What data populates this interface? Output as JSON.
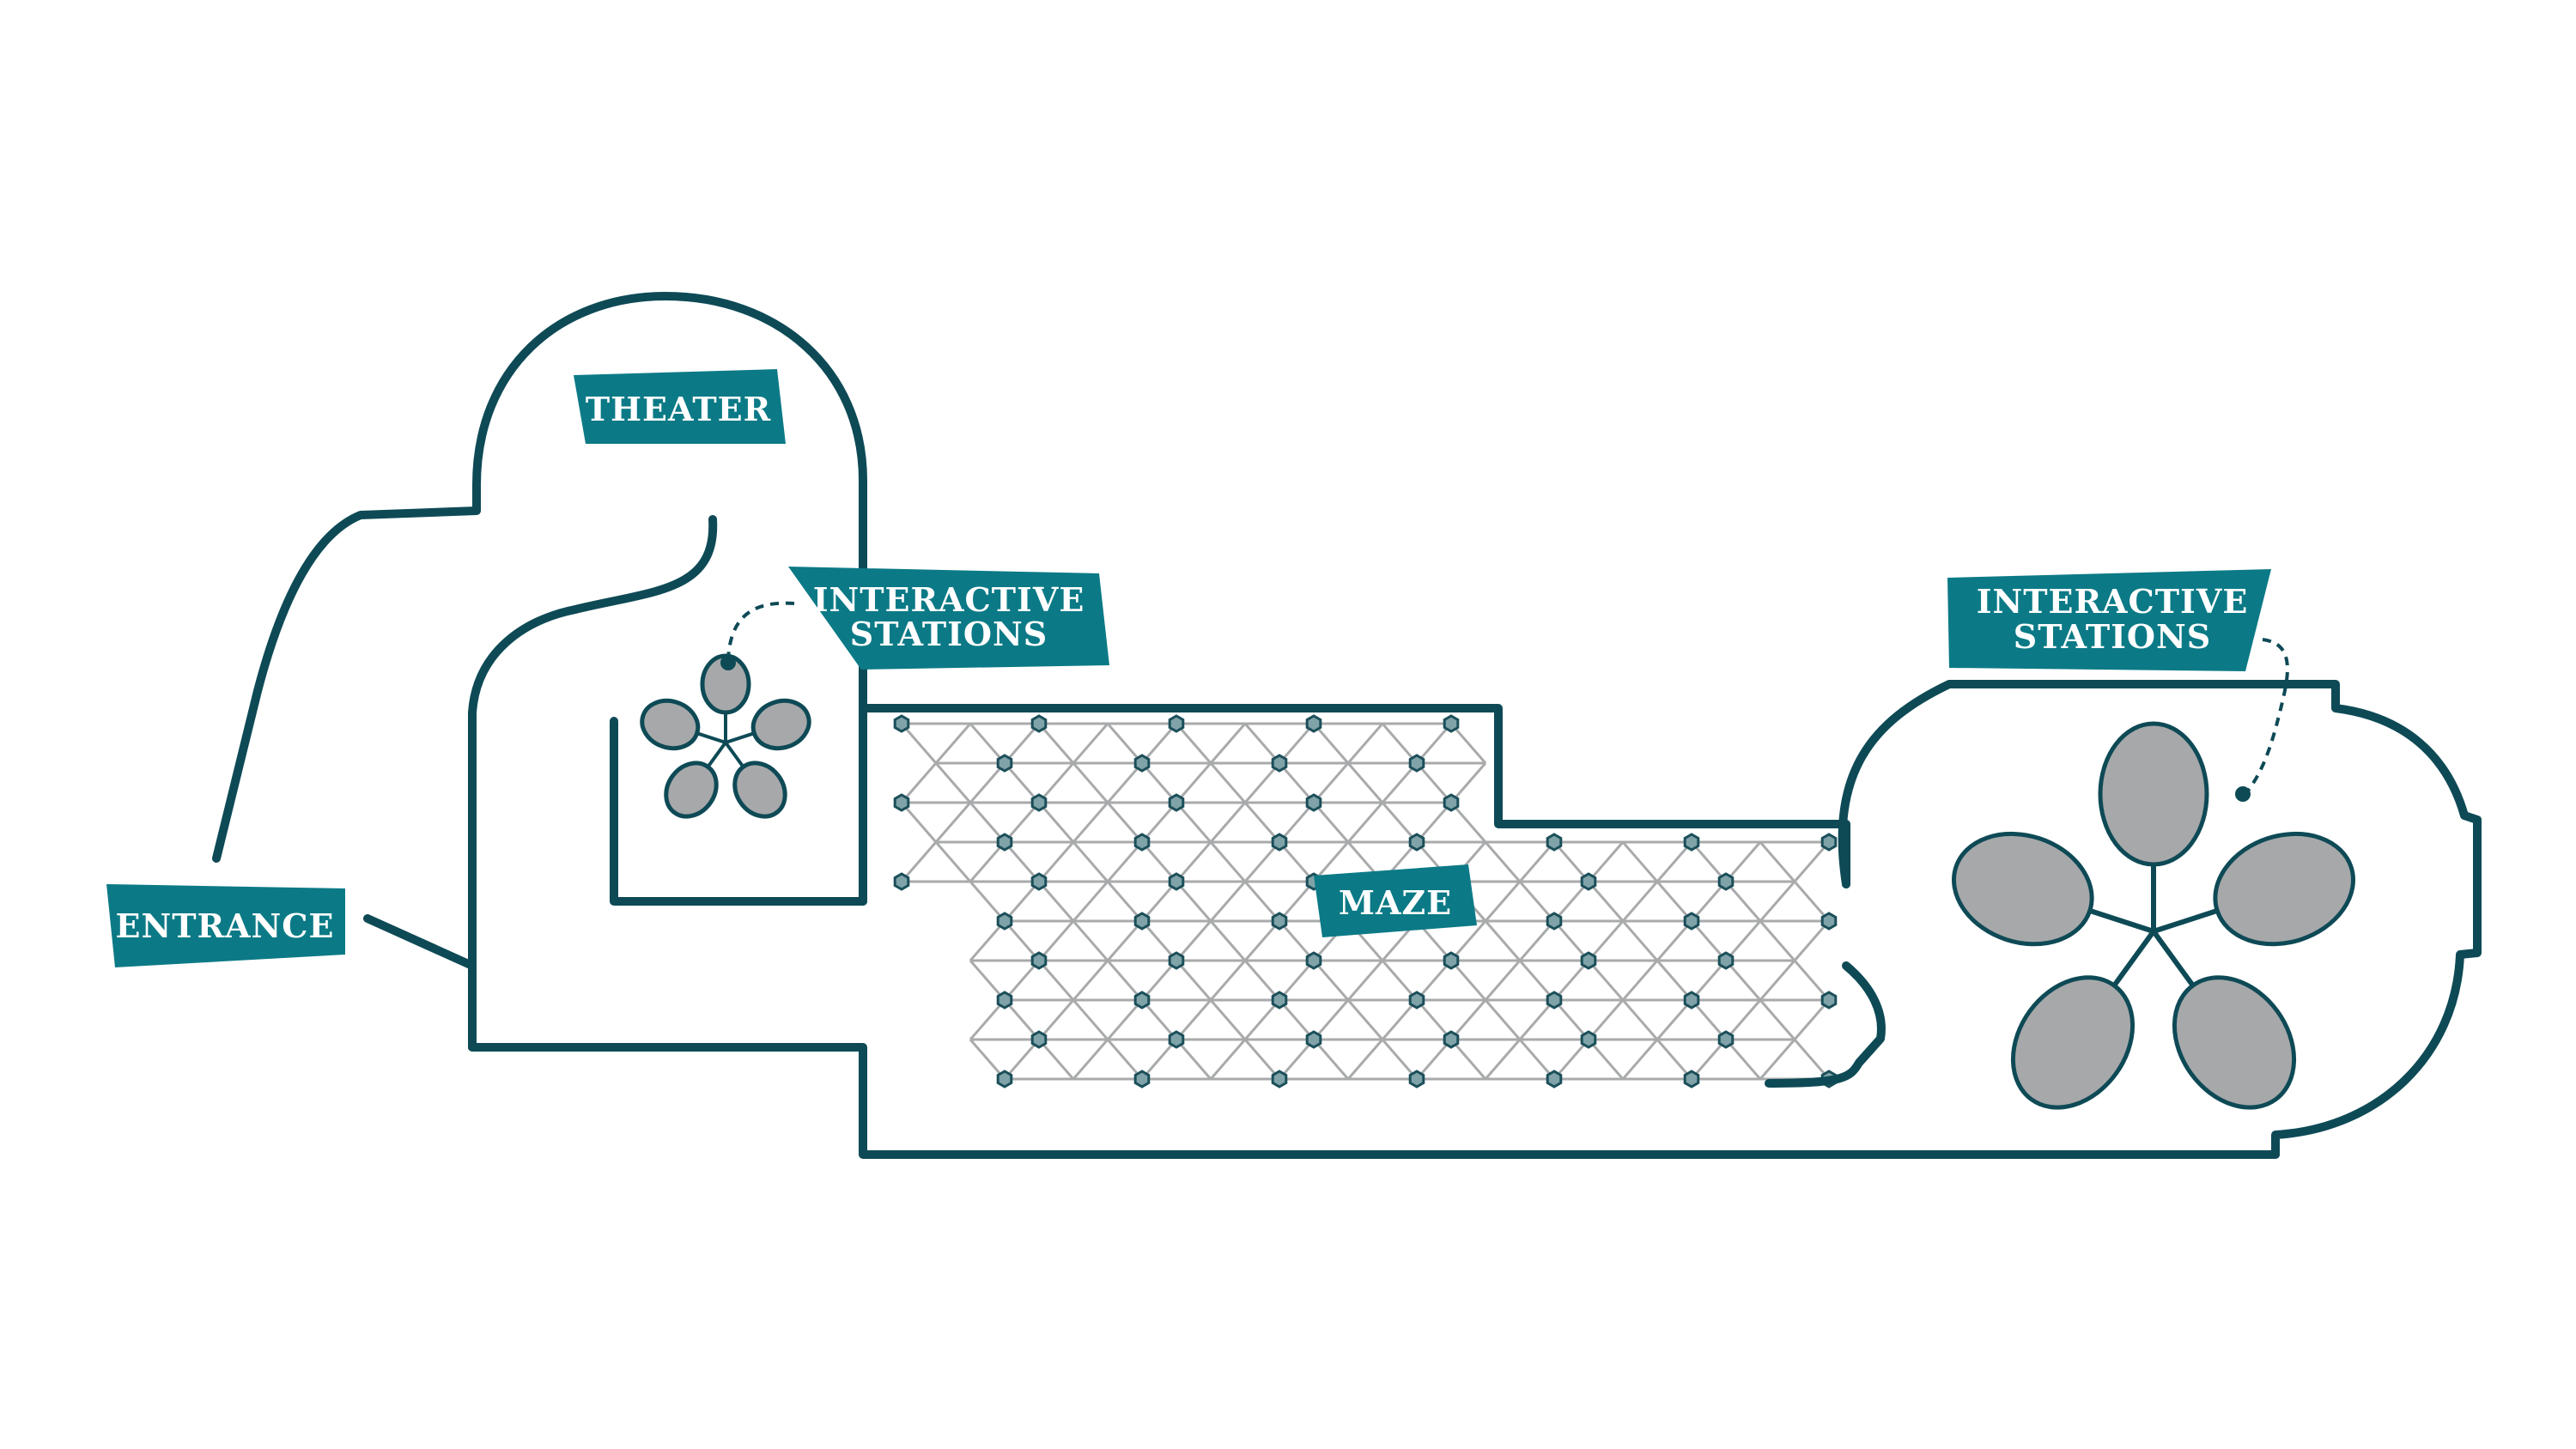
{
  "colors": {
    "wall": "#0e4a56",
    "label_bg": "#0b7a86",
    "label_text": "#ffffff",
    "grid_line": "#a9aaab",
    "node_fill": "#7fa3a8",
    "node_stroke": "#1b4f5a",
    "seat_fill": "#a7a8aa",
    "seat_stroke": "#0e4a56",
    "background": "#ffffff"
  },
  "labels": {
    "theater": "THEATER",
    "entrance": "ENTRANCE",
    "maze": "MAZE",
    "stations_left_line1": "INTERACTIVE",
    "stations_left_line2": "STATIONS",
    "stations_right_line1": "INTERACTIVE",
    "stations_right_line2": "STATIONS"
  },
  "icons": [
    "station-cluster-small-icon",
    "station-cluster-large-icon",
    "maze-grid"
  ]
}
